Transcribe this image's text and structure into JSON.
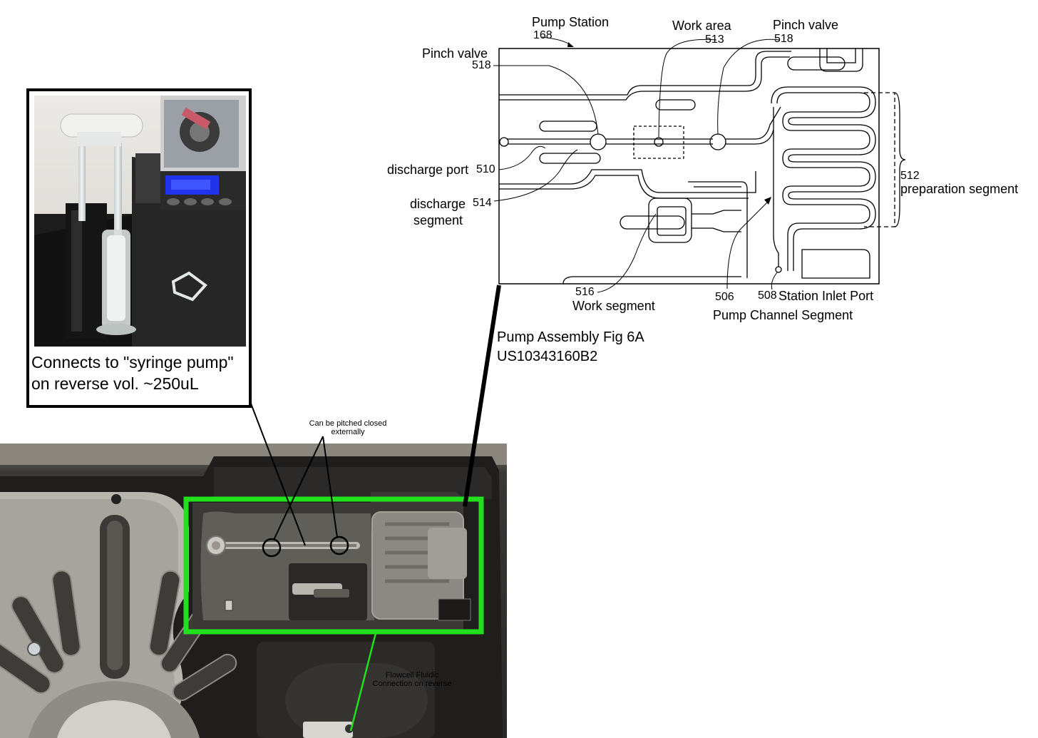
{
  "callout": {
    "caption_line1": "Connects to \"syringe pump\"",
    "caption_line2": "on reverse vol. ~250uL"
  },
  "photo": {
    "annotation_pinch": "Can be pitched closed\nexternally",
    "annotation_flowcell_line1": "Flowcell Fluidic",
    "annotation_flowcell_line2": "Connection on reverse",
    "highlight_color": "#22e01d"
  },
  "patent_figure": {
    "caption_line1": "Pump Assembly Fig 6A",
    "caption_line2": "US10343160B2",
    "labels": {
      "pump_station": "Pump Station",
      "pump_station_num": "168",
      "work_area": "Work area",
      "work_area_num": "513",
      "pinch_valve_right": "Pinch valve",
      "pinch_valve_right_num": "518",
      "pinch_valve_left": "Pinch valve",
      "pinch_valve_left_num": "518",
      "discharge_port": "discharge port",
      "discharge_port_num": "510",
      "discharge_segment_line1": "discharge",
      "discharge_segment_line2": "segment",
      "discharge_segment_num": "514",
      "preparation_num": "512",
      "preparation_segment": "preparation segment",
      "work_segment_num": "516",
      "work_segment": "Work segment",
      "pump_channel_num": "506",
      "pump_channel_segment": "Pump Channel Segment",
      "station_inlet_num": "508",
      "station_inlet_port": "Station Inlet Port"
    }
  }
}
